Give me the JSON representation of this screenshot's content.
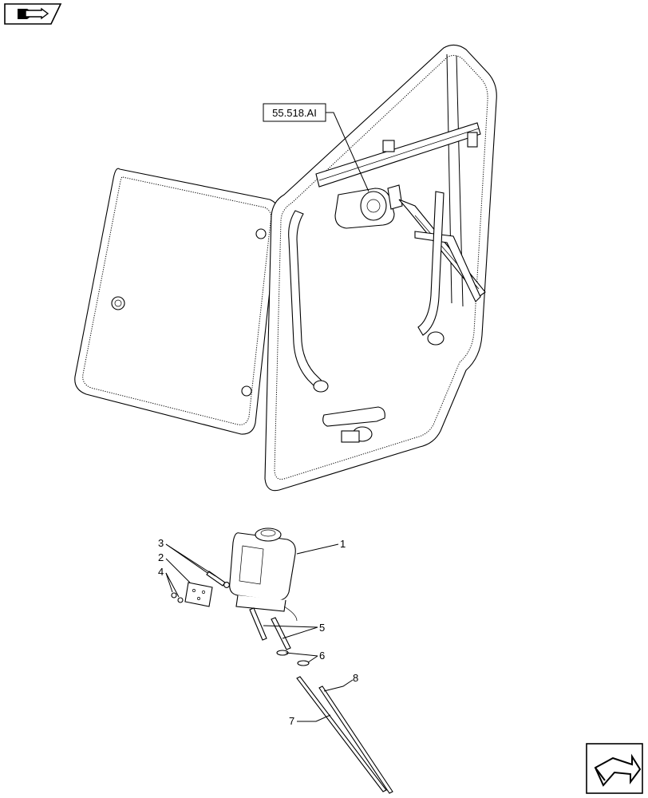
{
  "reference_label": "55.518.AI",
  "callouts": [
    {
      "id": "1",
      "label": "1"
    },
    {
      "id": "2",
      "label": "2"
    },
    {
      "id": "3",
      "label": "3"
    },
    {
      "id": "4",
      "label": "4"
    },
    {
      "id": "5",
      "label": "5"
    },
    {
      "id": "6",
      "label": "6"
    },
    {
      "id": "7",
      "label": "7"
    },
    {
      "id": "8",
      "label": "8"
    }
  ],
  "icons": {
    "top_left": "book-arrow-icon",
    "bottom_right": "next-page-arrow-icon"
  }
}
